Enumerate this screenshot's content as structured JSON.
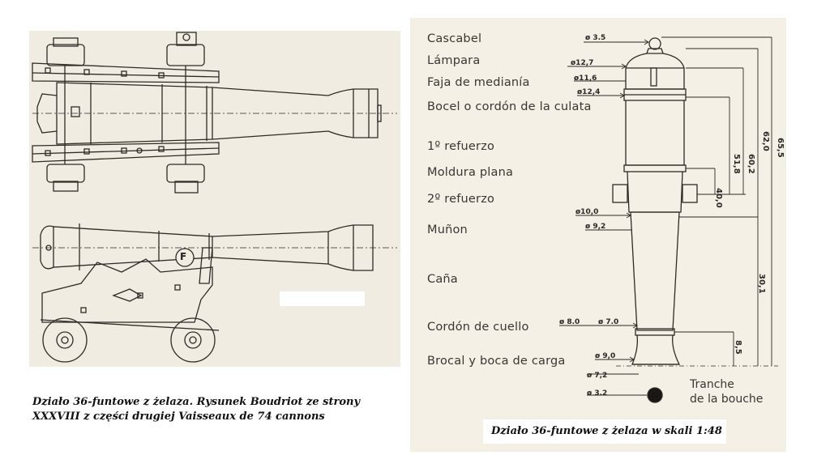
{
  "captions": {
    "left_line1": "Działo 36-funtowe z żelaza. Rysunek Boudriot ze strony",
    "left_line2": "XXXVIII z części drugiej Vaisseaux de 74 cannons",
    "right": "Działo 36-funtowe z żelaza w skali 1:48"
  },
  "left_drawing": {
    "carriage_badge": "F"
  },
  "right_drawing": {
    "part_labels": [
      "Cascabel",
      "Lámpara",
      "Faja de medianía",
      "Bocel o cordón de la culata",
      "1º refuerzo",
      "Moldura plana",
      "2º refuerzo",
      "Muñon",
      "Caña",
      "Cordón de cuello",
      "Brocal y boca de carga"
    ],
    "tranche_label_line1": "Tranche",
    "tranche_label_line2": "de la bouche",
    "diameters": {
      "cascabel": "ø 3.5",
      "lampara": "ø12,7",
      "faja": "ø11,6",
      "bocel": "ø12,4",
      "munon_1": "ø10,0",
      "munon_2": "ø 9,2",
      "cordon_a": "ø 8.0",
      "cordon_b": "ø 7.0",
      "brocal": "ø 9,0",
      "boca": "ø 7,2",
      "bore": "ø 3.2"
    },
    "lengths": {
      "total": "65,5",
      "l2": "62,0",
      "l3": "60,2",
      "l4": "51,8",
      "l5": "40,0",
      "l6": "30,1",
      "l7": "8,5"
    }
  }
}
